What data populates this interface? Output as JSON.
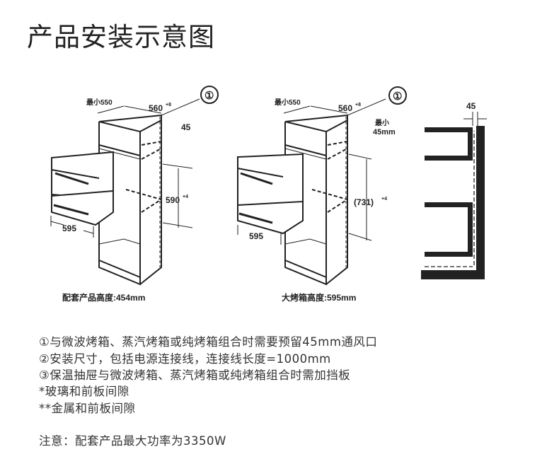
{
  "title": "产品安装示意图",
  "diagram_left": {
    "min_depth": "最小550",
    "width": "560",
    "width_tol": "+8",
    "gap": "45",
    "height": "590",
    "height_tol": "+4",
    "front_width": "595",
    "callout": "①",
    "caption": "配套产品高度:454mm"
  },
  "diagram_right": {
    "min_depth": "最小550",
    "width": "560",
    "width_tol": "+8",
    "gap_line1": "最小",
    "gap_line2": "45mm",
    "height": "(731)",
    "height_tol": "+4",
    "front_width": "595",
    "callout": "①",
    "caption": "大烤箱高度:595mm"
  },
  "airflow": {
    "gap": "45"
  },
  "notes": [
    "①与微波烤箱、蒸汽烤箱或纯烤箱组合时需要预留45mm通风口",
    "②安装尺寸，包括电源连接线，连接线长度=1000mm",
    "③保温抽屉与微波烤箱、蒸汽烤箱或纯烤箱组合时需加挡板",
    "*玻璃和前板间隙",
    "**金属和前板间隙"
  ],
  "footer": "注意：配套产品最大功率为3350W"
}
